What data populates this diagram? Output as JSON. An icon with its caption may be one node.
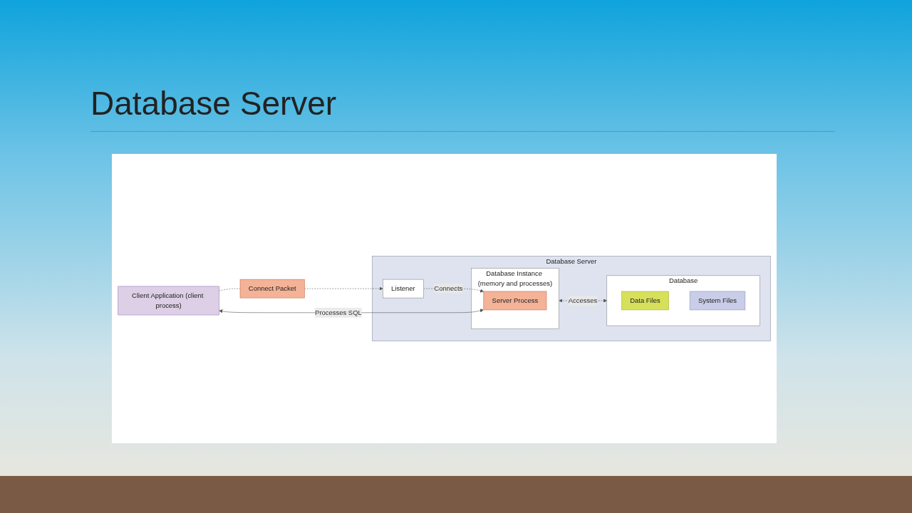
{
  "diagram": {
    "title": "Database Server",
    "nodes": [
      {
        "text": [
          "Client Application (client process)"
        ]
      },
      {
        "text": [
          "Connect Packet"
        ]
      },
      {
        "text": [
          "Database Server"
        ]
      },
      {
        "text": [
          "Listener"
        ],
        "in": 2
      },
      {
        "text": [
          "Database Instance (memory and processes)"
        ],
        "in": 2
      },
      {
        "text": [
          "Server Process"
        ],
        "in": 4
      },
      {
        "text": [
          "Database"
        ],
        "in": 2
      },
      {
        "text": [
          "Data Files"
        ],
        "in": 6
      },
      {
        "text": [
          "System Files"
        ],
        "in": 6
      }
    ],
    "edges": [
      {
        "from": 0,
        "to": 1,
        "arrow": "none",
        "style": "dashed"
      },
      {
        "from": 1,
        "to": 3,
        "arrow": "to",
        "style": "dashed"
      },
      {
        "from": 3,
        "to": 5,
        "arrow": "to",
        "style": "dashed",
        "label": "Connects"
      },
      {
        "from": 5,
        "to": 0,
        "arrow": "both",
        "label": "Processes SQL"
      },
      {
        "from": 4,
        "to": 6,
        "arrow": "both",
        "style": "dashed",
        "label": "Accesses"
      }
    ]
  }
}
